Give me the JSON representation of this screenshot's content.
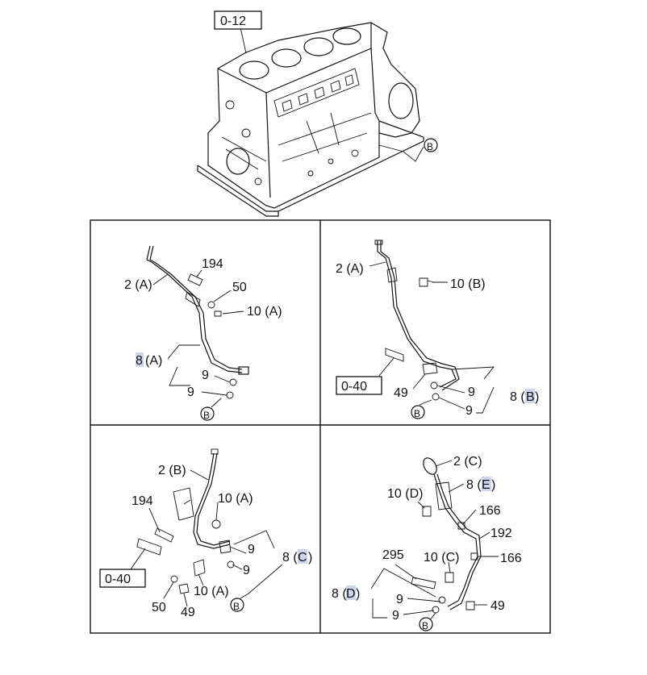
{
  "engine": {
    "ref_box": "0-12",
    "circle_ref": "B"
  },
  "panel_a": {
    "labels": {
      "p194": "194",
      "p2": "2 (A)",
      "p50": "50",
      "p10": "10 (A)",
      "p8_num": "8",
      "p8_rest": "(A)",
      "p9a": "9",
      "p9b": "9",
      "circle_ref": "B"
    }
  },
  "panel_b": {
    "labels": {
      "p2": "2 (A)",
      "p10": "10 (B)",
      "ref_box": "0-40",
      "p49": "49",
      "p9a": "9",
      "p9b": "9",
      "p8_num": "8 (",
      "p8_hl": "B",
      "p8_end": ")",
      "circle_ref": "B"
    }
  },
  "panel_c": {
    "labels": {
      "p2": "2 (B)",
      "p194": "194",
      "p10a": "10 (A)",
      "p9a": "9",
      "p9b": "9",
      "p8_num": "8 (",
      "p8_hl": "C",
      "p8_end": ")",
      "ref_box": "0-40",
      "p10b": "10 (A)",
      "p50": "50",
      "p49": "49",
      "circle_ref": "B"
    }
  },
  "panel_d": {
    "labels": {
      "p2": "2 (C)",
      "p8e_num": "8 (",
      "p8e_hl": "E",
      "p8e_end": ")",
      "p10d": "10 (D)",
      "p166a": "166",
      "p192": "192",
      "p295": "295",
      "p10c": "10 (C)",
      "p166b": "166",
      "p8d_num": "8 (",
      "p8d_hl": "D",
      "p8d_end": ")",
      "p9a": "9",
      "p9b": "9",
      "p49": "49",
      "circle_ref": "B"
    }
  }
}
